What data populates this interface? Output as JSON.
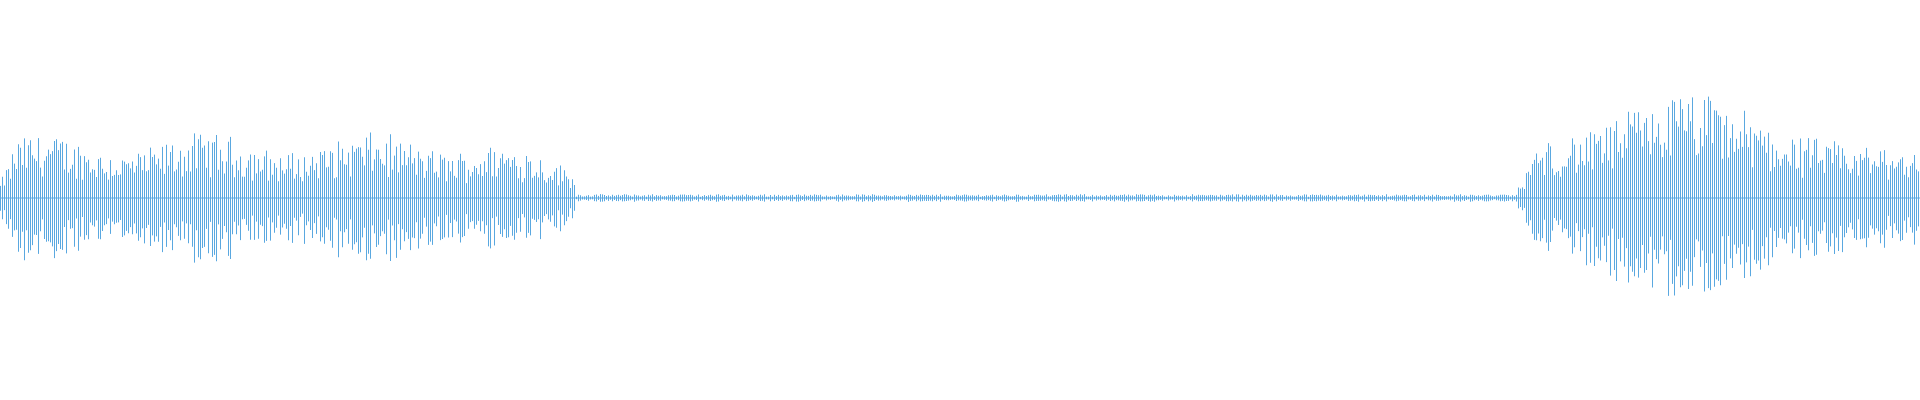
{
  "waveform": {
    "color": "#5aa8e0",
    "background": "#ffffff",
    "segments": [
      {
        "name": "speech-segment-1",
        "start": 0.0,
        "end": 0.3,
        "level": 0.34
      },
      {
        "name": "low-noise-segment",
        "start": 0.3,
        "end": 0.79,
        "level": 0.02
      },
      {
        "name": "speech-segment-2",
        "start": 0.79,
        "end": 1.0,
        "level": 0.55
      }
    ]
  }
}
